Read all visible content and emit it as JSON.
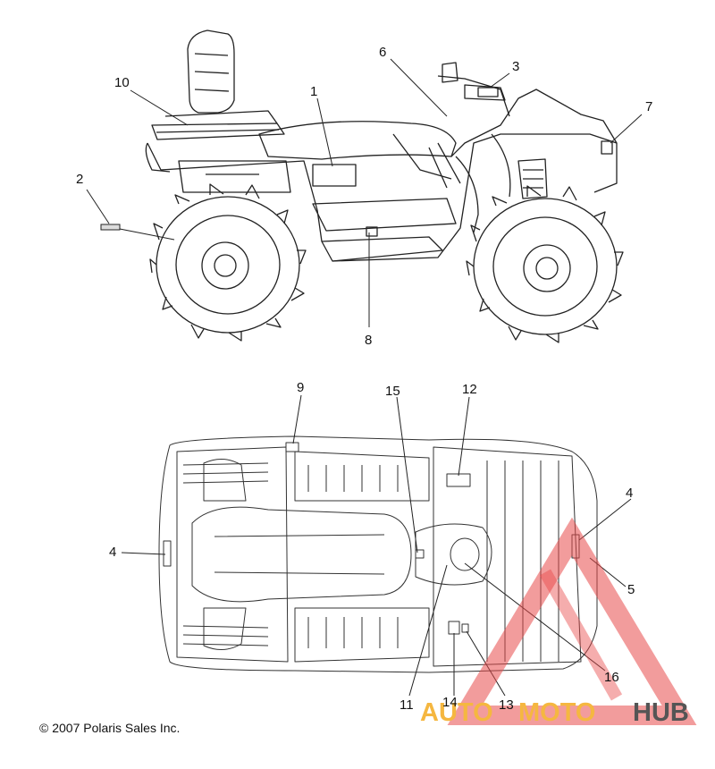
{
  "copyright": "© 2007 Polaris Sales Inc.",
  "callouts": {
    "side": [
      "1",
      "2",
      "3",
      "6",
      "7",
      "8",
      "10"
    ],
    "top": [
      "4",
      "4",
      "5",
      "9",
      "11",
      "12",
      "13",
      "14",
      "15",
      "16"
    ]
  },
  "watermark": {
    "part1": "AUTO",
    "part2": "MOTO",
    "part3": "HUB",
    "color_orange": "#f5b740",
    "color_gray": "#555555",
    "color_red": "#e84a4a"
  }
}
